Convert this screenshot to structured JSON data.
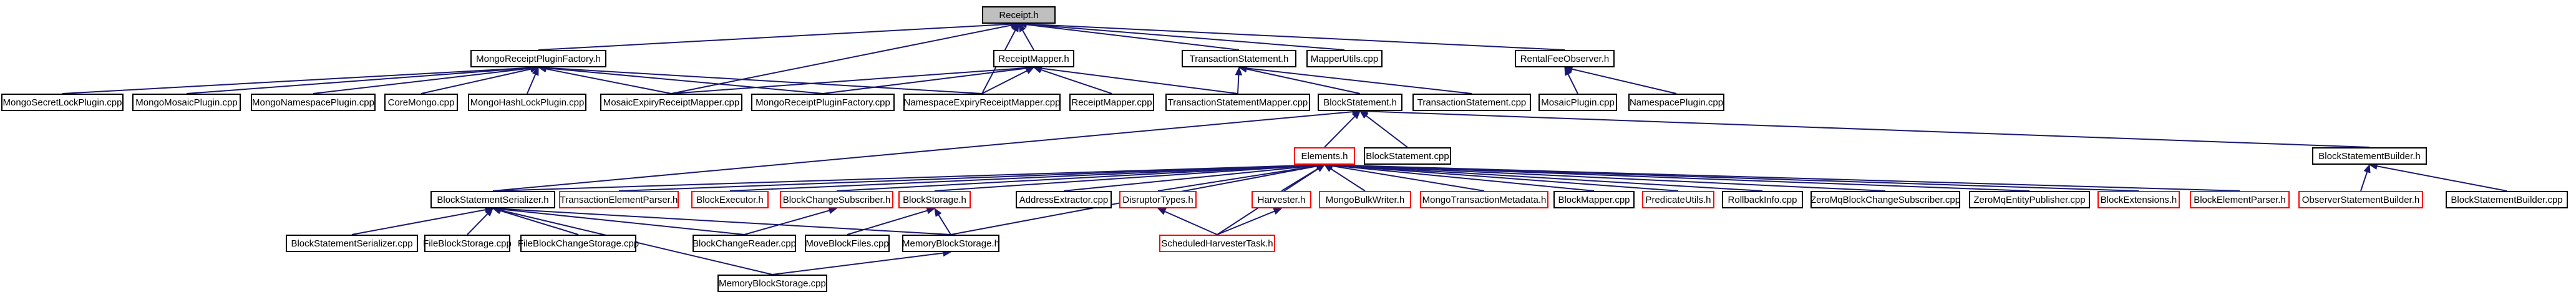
{
  "colors": {
    "edge": "#191970",
    "border": "#000000",
    "truncated_border": "#ff0000",
    "selected_fill": "#bfbfbf",
    "background": "#ffffff"
  },
  "nodes": {
    "receipt_h": {
      "label": "Receipt.h",
      "selected": true
    },
    "mongo_receipt_plugin_factory_h": {
      "label": "MongoReceiptPluginFactory.h"
    },
    "receipt_mapper_h": {
      "label": "ReceiptMapper.h"
    },
    "transaction_statement_h": {
      "label": "TransactionStatement.h"
    },
    "mapper_utils_cpp": {
      "label": "MapperUtils.cpp"
    },
    "rental_fee_observer_h": {
      "label": "RentalFeeObserver.h"
    },
    "mongo_secret_lock_plugin_cpp": {
      "label": "MongoSecretLockPlugin.cpp"
    },
    "mongo_mosaic_plugin_cpp": {
      "label": "MongoMosaicPlugin.cpp"
    },
    "mongo_namespace_plugin_cpp": {
      "label": "MongoNamespacePlugin.cpp"
    },
    "core_mongo_cpp": {
      "label": "CoreMongo.cpp"
    },
    "mongo_hash_lock_plugin_cpp": {
      "label": "MongoHashLockPlugin.cpp"
    },
    "mosaic_expiry_receipt_mapper_cpp": {
      "label": "MosaicExpiryReceiptMapper.cpp"
    },
    "mongo_receipt_plugin_factory_cpp": {
      "label": "MongoReceiptPluginFactory.cpp"
    },
    "namespace_expiry_receipt_mapper_cpp": {
      "label": "NamespaceExpiryReceiptMapper.cpp"
    },
    "receipt_mapper_cpp": {
      "label": "ReceiptMapper.cpp"
    },
    "transaction_statement_mapper_cpp": {
      "label": "TransactionStatementMapper.cpp"
    },
    "block_statement_h": {
      "label": "BlockStatement.h"
    },
    "transaction_statement_cpp": {
      "label": "TransactionStatement.cpp"
    },
    "mosaic_plugin_cpp": {
      "label": "MosaicPlugin.cpp"
    },
    "namespace_plugin_cpp": {
      "label": "NamespacePlugin.cpp"
    },
    "elements_h": {
      "label": "Elements.h",
      "truncated": true
    },
    "block_statement_cpp": {
      "label": "BlockStatement.cpp"
    },
    "block_statement_builder_h": {
      "label": "BlockStatementBuilder.h"
    },
    "block_statement_serializer_h": {
      "label": "BlockStatementSerializer.h"
    },
    "transaction_element_parser_h": {
      "label": "TransactionElementParser.h",
      "truncated": true
    },
    "block_executor_h": {
      "label": "BlockExecutor.h",
      "truncated": true
    },
    "block_change_subscriber_h": {
      "label": "BlockChangeSubscriber.h",
      "truncated": true
    },
    "block_storage_h": {
      "label": "BlockStorage.h",
      "truncated": true
    },
    "address_extractor_cpp": {
      "label": "AddressExtractor.cpp"
    },
    "disruptor_types_h": {
      "label": "DisruptorTypes.h",
      "truncated": true
    },
    "harvester_h": {
      "label": "Harvester.h",
      "truncated": true
    },
    "mongo_bulk_writer_h": {
      "label": "MongoBulkWriter.h",
      "truncated": true
    },
    "mongo_transaction_metadata_h": {
      "label": "MongoTransactionMetadata.h",
      "truncated": true
    },
    "block_mapper_cpp": {
      "label": "BlockMapper.cpp"
    },
    "predicate_utils_h": {
      "label": "PredicateUtils.h",
      "truncated": true
    },
    "rollback_info_cpp": {
      "label": "RollbackInfo.cpp"
    },
    "zero_mq_block_change_subscriber_cpp": {
      "label": "ZeroMqBlockChangeSubscriber.cpp"
    },
    "zero_mq_entity_publisher_cpp": {
      "label": "ZeroMqEntityPublisher.cpp"
    },
    "block_extensions_h": {
      "label": "BlockExtensions.h",
      "truncated": true
    },
    "block_element_parser_h": {
      "label": "BlockElementParser.h",
      "truncated": true
    },
    "observer_statement_builder_h": {
      "label": "ObserverStatementBuilder.h",
      "truncated": true
    },
    "block_statement_builder_cpp": {
      "label": "BlockStatementBuilder.cpp"
    },
    "block_statement_serializer_cpp": {
      "label": "BlockStatementSerializer.cpp"
    },
    "file_block_storage_cpp": {
      "label": "FileBlockStorage.cpp"
    },
    "file_block_change_storage_cpp": {
      "label": "FileBlockChangeStorage.cpp"
    },
    "block_change_reader_cpp": {
      "label": "BlockChangeReader.cpp"
    },
    "move_block_files_cpp": {
      "label": "MoveBlockFiles.cpp"
    },
    "memory_block_storage_h": {
      "label": "MemoryBlockStorage.h"
    },
    "scheduled_harvester_task_h": {
      "label": "ScheduledHarvesterTask.h",
      "truncated": true
    },
    "memory_block_storage_cpp": {
      "label": "MemoryBlockStorage.cpp"
    }
  },
  "edges": [
    [
      "mongo_receipt_plugin_factory_h",
      "receipt_h"
    ],
    [
      "receipt_mapper_h",
      "receipt_h"
    ],
    [
      "transaction_statement_h",
      "receipt_h"
    ],
    [
      "mapper_utils_cpp",
      "receipt_h"
    ],
    [
      "rental_fee_observer_h",
      "receipt_h"
    ],
    [
      "mosaic_expiry_receipt_mapper_cpp",
      "receipt_h"
    ],
    [
      "namespace_expiry_receipt_mapper_cpp",
      "receipt_h"
    ],
    [
      "mongo_secret_lock_plugin_cpp",
      "mongo_receipt_plugin_factory_h"
    ],
    [
      "mongo_mosaic_plugin_cpp",
      "mongo_receipt_plugin_factory_h"
    ],
    [
      "mongo_namespace_plugin_cpp",
      "mongo_receipt_plugin_factory_h"
    ],
    [
      "core_mongo_cpp",
      "mongo_receipt_plugin_factory_h"
    ],
    [
      "mongo_hash_lock_plugin_cpp",
      "mongo_receipt_plugin_factory_h"
    ],
    [
      "mosaic_expiry_receipt_mapper_cpp",
      "mongo_receipt_plugin_factory_h"
    ],
    [
      "mongo_receipt_plugin_factory_cpp",
      "mongo_receipt_plugin_factory_h"
    ],
    [
      "namespace_expiry_receipt_mapper_cpp",
      "mongo_receipt_plugin_factory_h"
    ],
    [
      "mosaic_expiry_receipt_mapper_cpp",
      "receipt_mapper_h"
    ],
    [
      "mongo_receipt_plugin_factory_cpp",
      "receipt_mapper_h"
    ],
    [
      "namespace_expiry_receipt_mapper_cpp",
      "receipt_mapper_h"
    ],
    [
      "receipt_mapper_cpp",
      "receipt_mapper_h"
    ],
    [
      "transaction_statement_mapper_cpp",
      "receipt_mapper_h"
    ],
    [
      "block_statement_h",
      "transaction_statement_h"
    ],
    [
      "transaction_statement_cpp",
      "transaction_statement_h"
    ],
    [
      "transaction_statement_mapper_cpp",
      "transaction_statement_h"
    ],
    [
      "mosaic_plugin_cpp",
      "rental_fee_observer_h"
    ],
    [
      "namespace_plugin_cpp",
      "rental_fee_observer_h"
    ],
    [
      "elements_h",
      "block_statement_h"
    ],
    [
      "block_statement_cpp",
      "block_statement_h"
    ],
    [
      "block_statement_builder_h",
      "block_statement_h"
    ],
    [
      "block_statement_serializer_h",
      "block_statement_h"
    ],
    [
      "block_statement_serializer_h",
      "elements_h"
    ],
    [
      "transaction_element_parser_h",
      "elements_h"
    ],
    [
      "block_executor_h",
      "elements_h"
    ],
    [
      "block_change_subscriber_h",
      "elements_h"
    ],
    [
      "block_storage_h",
      "elements_h"
    ],
    [
      "memory_block_storage_h",
      "elements_h"
    ],
    [
      "address_extractor_cpp",
      "elements_h"
    ],
    [
      "disruptor_types_h",
      "elements_h"
    ],
    [
      "scheduled_harvester_task_h",
      "elements_h"
    ],
    [
      "harvester_h",
      "elements_h"
    ],
    [
      "mongo_bulk_writer_h",
      "elements_h"
    ],
    [
      "mongo_transaction_metadata_h",
      "elements_h"
    ],
    [
      "block_mapper_cpp",
      "elements_h"
    ],
    [
      "predicate_utils_h",
      "elements_h"
    ],
    [
      "rollback_info_cpp",
      "elements_h"
    ],
    [
      "zero_mq_block_change_subscriber_cpp",
      "elements_h"
    ],
    [
      "zero_mq_entity_publisher_cpp",
      "elements_h"
    ],
    [
      "block_extensions_h",
      "elements_h"
    ],
    [
      "block_element_parser_h",
      "elements_h"
    ],
    [
      "observer_statement_builder_h",
      "block_statement_builder_h"
    ],
    [
      "block_statement_builder_cpp",
      "block_statement_builder_h"
    ],
    [
      "block_statement_serializer_cpp",
      "block_statement_serializer_h"
    ],
    [
      "file_block_storage_cpp",
      "block_statement_serializer_h"
    ],
    [
      "file_block_change_storage_cpp",
      "block_statement_serializer_h"
    ],
    [
      "block_change_reader_cpp",
      "block_statement_serializer_h"
    ],
    [
      "memory_block_storage_h",
      "block_statement_serializer_h"
    ],
    [
      "memory_block_storage_cpp",
      "block_statement_serializer_h"
    ],
    [
      "block_change_reader_cpp",
      "block_change_subscriber_h"
    ],
    [
      "move_block_files_cpp",
      "block_storage_h"
    ],
    [
      "memory_block_storage_h",
      "block_storage_h"
    ],
    [
      "memory_block_storage_cpp",
      "memory_block_storage_h"
    ],
    [
      "scheduled_harvester_task_h",
      "disruptor_types_h"
    ],
    [
      "scheduled_harvester_task_h",
      "harvester_h"
    ]
  ]
}
